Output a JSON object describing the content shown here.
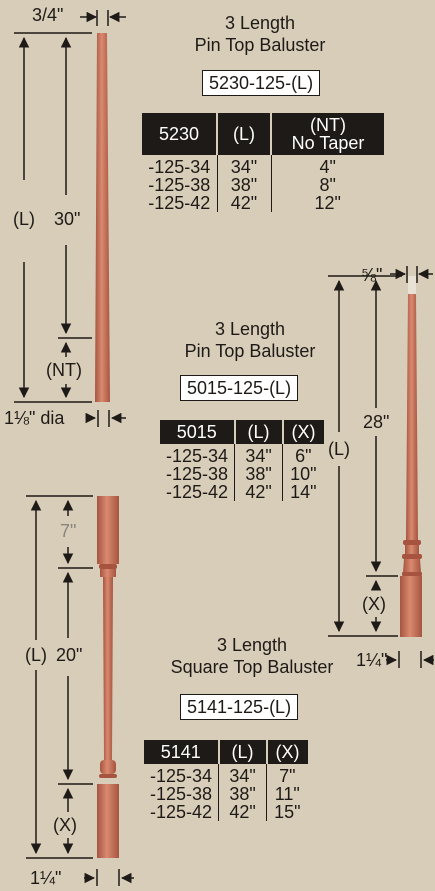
{
  "colors": {
    "background": "#d8cdb8",
    "ink": "#1e1a17",
    "wood": "#c9715a",
    "wood_dark": "#a65440",
    "header_bg": "#1e1a17"
  },
  "baluster_5230": {
    "top_width": "3/4\"",
    "length_label": "(L)",
    "taper_length": "30\"",
    "no_taper_label": "(NT)",
    "bottom_width": "1⅛\" dia",
    "title_line1": "3 Length",
    "title_line2": "Pin Top Baluster",
    "code": "5230-125-(L)",
    "table": {
      "headers": [
        "5230",
        "(L)",
        "(NT)\nNo Taper"
      ],
      "rows": [
        [
          "-125-34",
          "34\"",
          "4\""
        ],
        [
          "-125-38",
          "38\"",
          "8\""
        ],
        [
          "-125-42",
          "42\"",
          "12\""
        ]
      ]
    }
  },
  "baluster_5015": {
    "top_width": "⅝\"",
    "length_label": "(L)",
    "taper_length": "28\"",
    "x_label": "(X)",
    "bottom_width": "1¼\"",
    "title_line1": "3 Length",
    "title_line2": "Pin Top Baluster",
    "code": "5015-125-(L)",
    "table": {
      "headers": [
        "5015",
        "(L)",
        "(X)"
      ],
      "rows": [
        [
          "-125-34",
          "34\"",
          "6\""
        ],
        [
          "-125-38",
          "38\"",
          "10\""
        ],
        [
          "-125-42",
          "42\"",
          "14\""
        ]
      ]
    }
  },
  "baluster_5141": {
    "top_block": "7\"",
    "length_label": "(L)",
    "middle_length": "20\"",
    "x_label": "(X)",
    "bottom_width": "1¼\"",
    "title_line1": "3 Length",
    "title_line2": "Square Top Baluster",
    "code": "5141-125-(L)",
    "table": {
      "headers": [
        "5141",
        "(L)",
        "(X)"
      ],
      "rows": [
        [
          "-125-34",
          "34\"",
          "7\""
        ],
        [
          "-125-38",
          "38\"",
          "11\""
        ],
        [
          "-125-42",
          "42\"",
          "15\""
        ]
      ]
    }
  }
}
